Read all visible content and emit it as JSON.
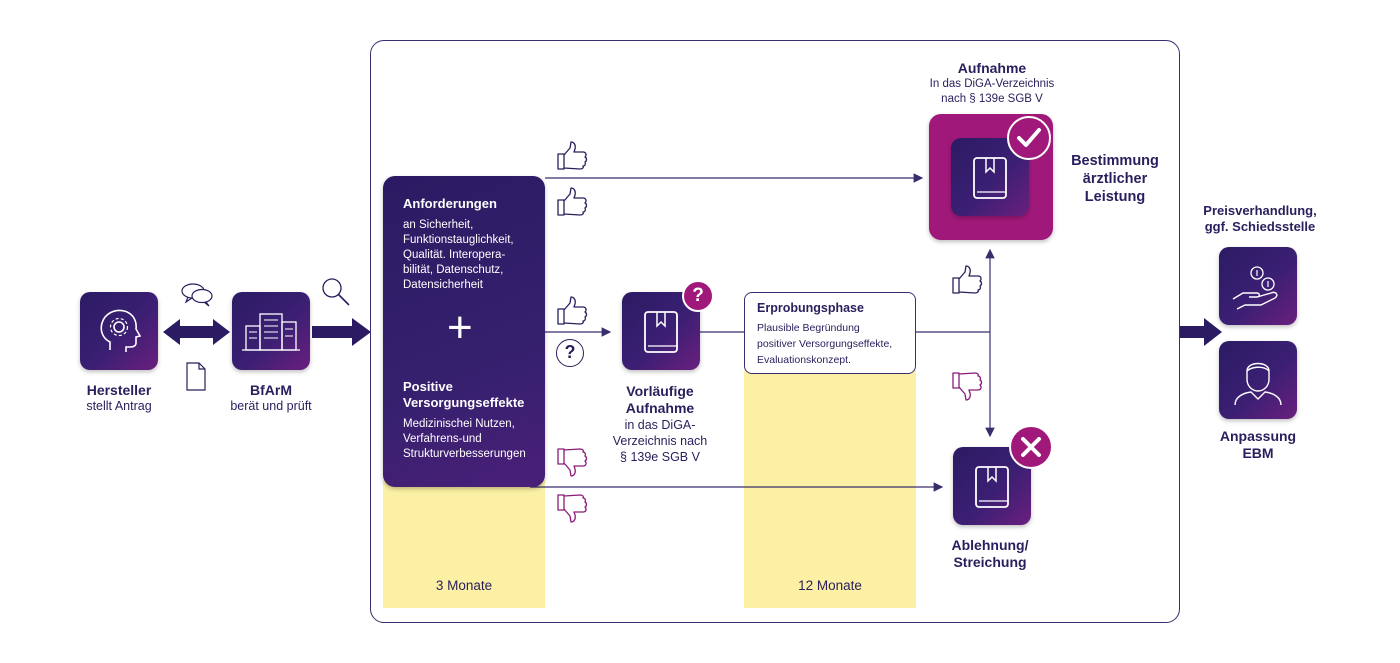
{
  "hersteller": {
    "title": "Hersteller",
    "subtitle": "stellt Antrag"
  },
  "bfarm": {
    "title": "BfArM",
    "subtitle": "berät und prüft"
  },
  "requirements": {
    "heading": "Anforderungen",
    "lines": [
      "an Sicherheit,",
      "Funktionstauglichkeit,",
      "Qualität. Interopera-",
      "bilität, Datenschutz,",
      "Datensicherheit"
    ],
    "plus": "+",
    "heading2_line1": "Positive",
    "heading2_line2": "Versorgungseffekte",
    "lines2": [
      "Medizinischei Nutzen,",
      "Verfahrens-und",
      "Strukturverbesserungen"
    ]
  },
  "phase1": {
    "duration": "3 Monate"
  },
  "vorlaeufig": {
    "title_line1": "Vorläufige",
    "title_line2": "Aufnahme",
    "sub_lines": [
      "in das DiGA-",
      "Verzeichnis nach",
      "§ 139e SGB V"
    ],
    "badge": "?"
  },
  "erprobung": {
    "heading": "Erprobungsphase",
    "lines": [
      "Plausible Begründung",
      "positiver Versorgungseffekte,",
      "Evaluationskonzept."
    ]
  },
  "phase2": {
    "duration": "12 Monate"
  },
  "aufnahme": {
    "title": "Aufnahme",
    "sub_lines": [
      "In das DiGA-Verzeichnis",
      "nach § 139e SGB V"
    ]
  },
  "bestimmung": {
    "lines": [
      "Bestimmung",
      "ärztlicher",
      "Leistung"
    ]
  },
  "ablehnung": {
    "line1": "Ablehnung/",
    "line2": "Streichung"
  },
  "preis": {
    "line1": "Preisverhandlung,",
    "line2": "ggf. Schiedsstelle"
  },
  "ebm": {
    "line1": "Anpassung",
    "line2": "EBM"
  },
  "question_mark": "?",
  "colors": {
    "navy": "#2b1b63",
    "magenta": "#a0197a",
    "yellow": "#fbf0a3",
    "line": "#3a2d6e"
  }
}
